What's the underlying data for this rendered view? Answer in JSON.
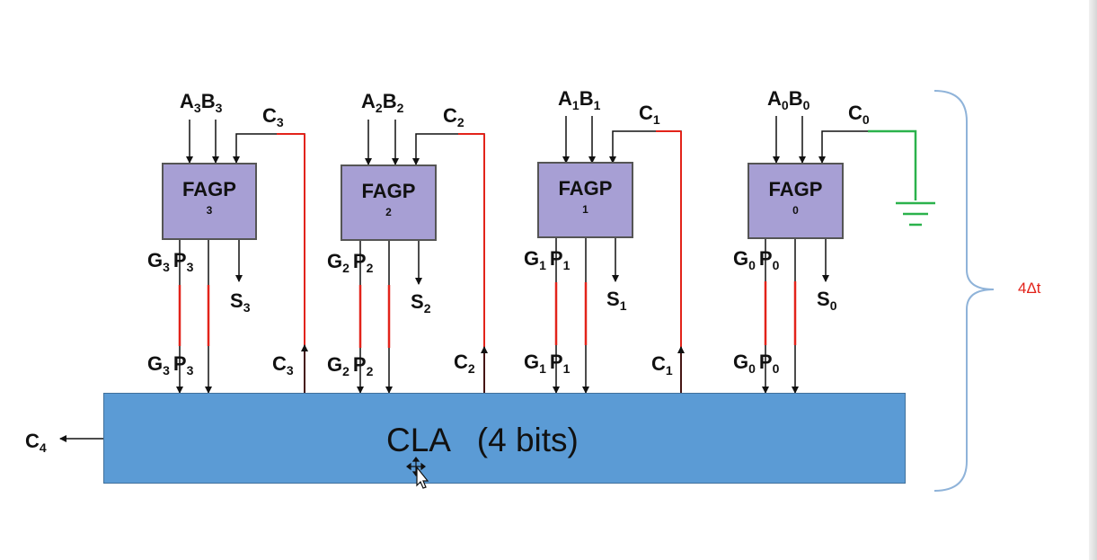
{
  "adder_blocks": [
    {
      "title": "FAGP",
      "index": "3",
      "a": "A",
      "b": "B",
      "g": "G",
      "p": "P",
      "s": "S",
      "c": "C",
      "sub": "3"
    },
    {
      "title": "FAGP",
      "index": "2",
      "a": "A",
      "b": "B",
      "g": "G",
      "p": "P",
      "s": "S",
      "c": "C",
      "sub": "2"
    },
    {
      "title": "FAGP",
      "index": "1",
      "a": "A",
      "b": "B",
      "g": "G",
      "p": "P",
      "s": "S",
      "c": "C",
      "sub": "1"
    },
    {
      "title": "FAGP",
      "index": "0",
      "a": "A",
      "b": "B",
      "g": "G",
      "p": "P",
      "s": "S",
      "c": "C",
      "sub": "0"
    }
  ],
  "cla": {
    "label": "CLA   (4 bits)"
  },
  "carry_out": {
    "letter": "C",
    "sub": "4"
  },
  "delay": "4Δt",
  "colors": {
    "block_fill": "#a79fd4",
    "cla_fill": "#5b9bd5",
    "carry_wire": "#e2231a",
    "ground": "#2bb24c",
    "brace": "#8fb3d9"
  },
  "icons": {
    "ground": "ground-symbol",
    "cursor": "move-cursor-icon"
  }
}
